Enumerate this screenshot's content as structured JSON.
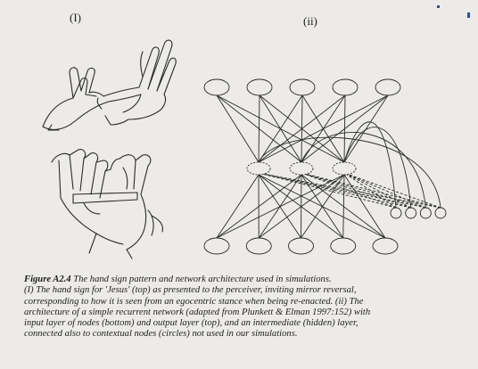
{
  "panels": {
    "left_label": "(I)",
    "right_label": "(ii)"
  },
  "caption": {
    "figure_label": "Figure A2.4",
    "title": " The hand sign pattern and network architecture used in simulations.",
    "line1": "(I) The hand sign for 'Jesus' (top) as presented to the perceiver, inviting mirror reversal,",
    "line2": "corresponding to how it is seen from an egocentric stance when being re-enacted. (ii) The",
    "line3": "architecture of a simple recurrent network (adapted from Plunkett & Elman 1997:152) with",
    "line4": "input layer of nodes (bottom) and output layer (top), and an intermediate (hidden) layer,",
    "line5": "connected also to contextual nodes (circles) not used in our simulations."
  },
  "network": {
    "output_nodes": 5,
    "hidden_nodes": 3,
    "input_nodes": 5,
    "context_nodes": 4
  },
  "colors": {
    "background": "#ecebe8",
    "ink": "#1a1a1a",
    "corner_marks": "#2a4fa0"
  }
}
